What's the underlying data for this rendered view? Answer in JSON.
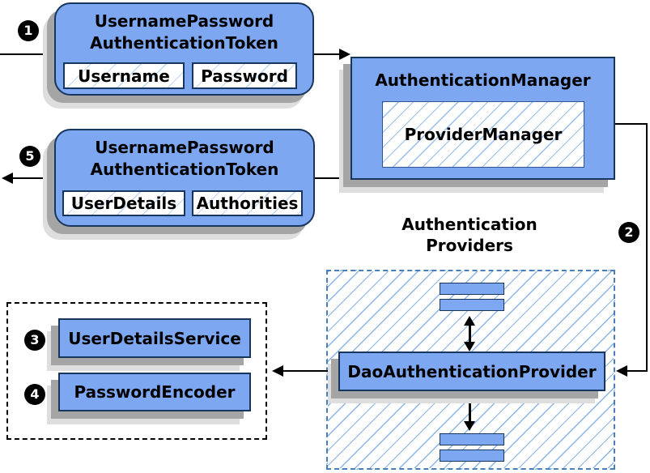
{
  "colors": {
    "node_fill": "#7da7f0",
    "node_border": "#17365d",
    "hatch_line": "#74a8e2",
    "providers_dash_border": "#4a7ebb",
    "services_dash_border": "#000000",
    "shadow_dark": "#a5a5a5",
    "shadow_light": "#dedede",
    "connector": "#000000"
  },
  "badges": {
    "step1": "1",
    "step2": "2",
    "step3": "3",
    "step4": "4",
    "step5": "5"
  },
  "request_token": {
    "title_line1": "UsernamePassword",
    "title_line2": "AuthenticationToken",
    "field1": "Username",
    "field2": "Password"
  },
  "auth_manager": {
    "title": "AuthenticationManager",
    "inner": "ProviderManager"
  },
  "response_token": {
    "title_line1": "UsernamePassword",
    "title_line2": "AuthenticationToken",
    "field1": "UserDetails",
    "field2": "Authorities"
  },
  "providers": {
    "label_line1": "Authentication",
    "label_line2": "Providers",
    "dao": "DaoAuthenticationProvider"
  },
  "services": {
    "user_details_service": "UserDetailsService",
    "password_encoder": "PasswordEncoder"
  }
}
